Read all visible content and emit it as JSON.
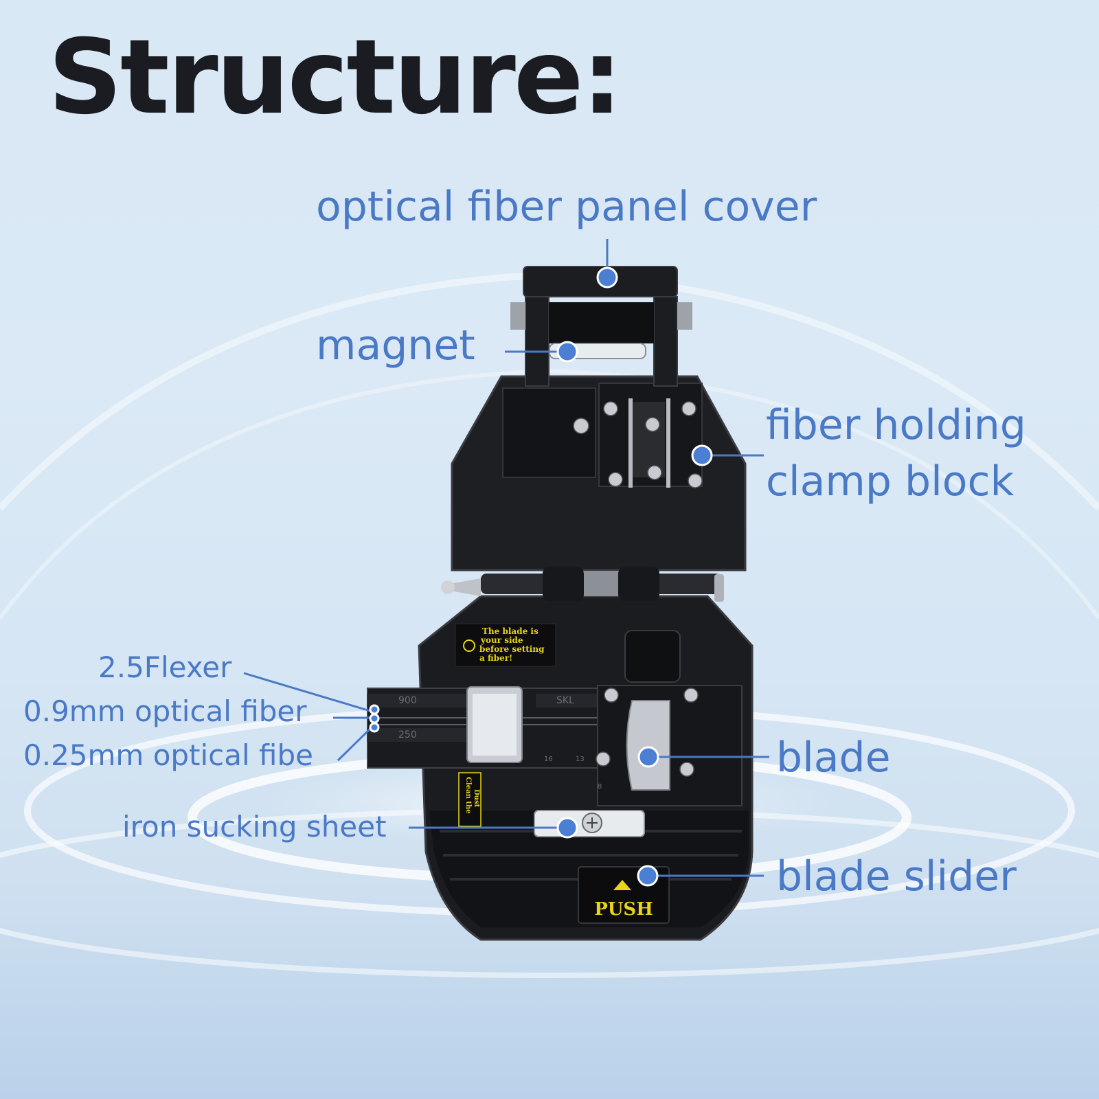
{
  "title": "Structure:",
  "labels": {
    "panel_cover": "optical fiber panel cover",
    "magnet": "magnet",
    "clamp_block_line1": "fiber holding",
    "clamp_block_line2": "clamp block",
    "flexer": "2.5Flexer",
    "fiber_09": "0.9mm optical fiber",
    "fiber_025": "0.25mm optical fibe",
    "blade": "blade",
    "iron_sheet": "iron sucking sheet",
    "blade_slider": "blade slider"
  },
  "device_text": {
    "warning_l1": "The blade is",
    "warning_l2": "your side",
    "warning_l3": "before setting",
    "warning_l4": "a fiber!",
    "tray_900": "900",
    "tray_250": "250",
    "tray_skl": "SKL",
    "clean_l1": "Clean the",
    "clean_l2": "Dust",
    "push": "PUSH",
    "scale_16": "16",
    "scale_13": "13",
    "scale_8": "8"
  },
  "colors": {
    "label_blue": "#4a79c6",
    "dot_blue": "#4a7fd4",
    "body_black": "#1b1c20",
    "sticker_yellow": "#e8d418"
  }
}
